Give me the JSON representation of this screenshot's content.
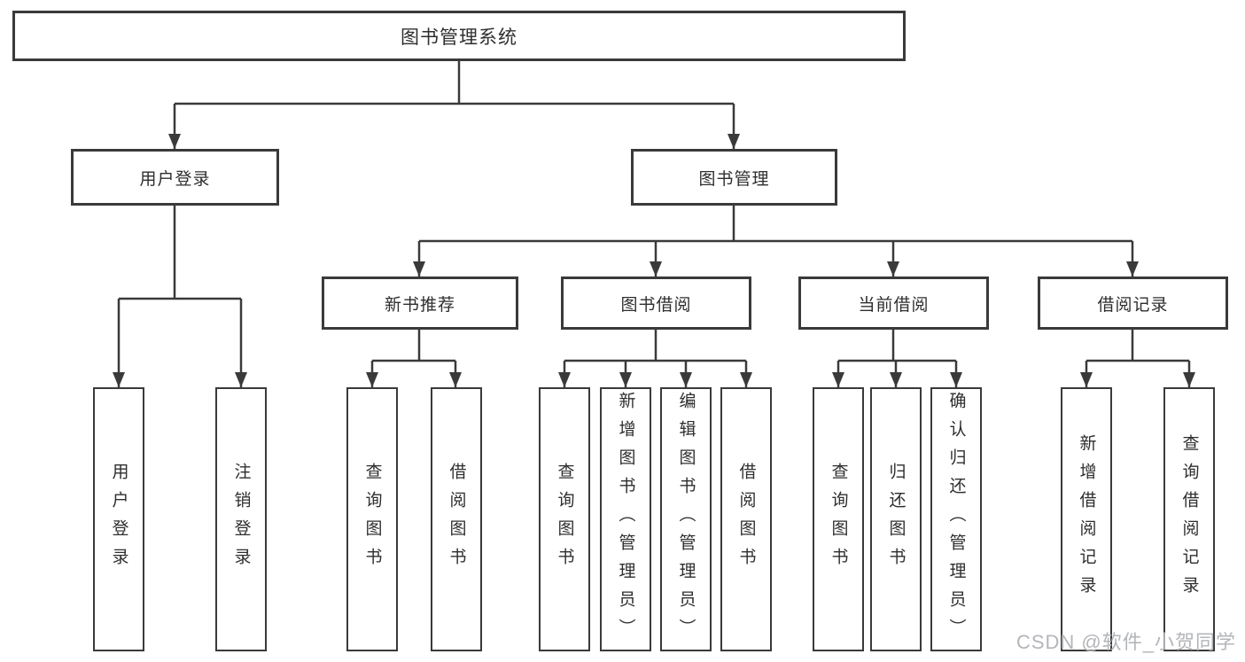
{
  "tree": {
    "root": {
      "label": "图书管理系统"
    },
    "branches": [
      {
        "label": "用户登录",
        "children": [
          {
            "label": "用户登录"
          },
          {
            "label": "注销登录"
          }
        ]
      },
      {
        "label": "图书管理",
        "children": [
          {
            "label": "新书推荐",
            "children": [
              {
                "label": "查询图书"
              },
              {
                "label": "借阅图书"
              }
            ]
          },
          {
            "label": "图书借阅",
            "children": [
              {
                "label": "查询图书"
              },
              {
                "label": "新增图书（管理员）"
              },
              {
                "label": "编辑图书（管理员）"
              },
              {
                "label": "借阅图书"
              }
            ]
          },
          {
            "label": "当前借阅",
            "children": [
              {
                "label": "查询图书"
              },
              {
                "label": "归还图书"
              },
              {
                "label": "确认归还（管理员）"
              }
            ]
          },
          {
            "label": "借阅记录",
            "children": [
              {
                "label": "新增借阅记录"
              },
              {
                "label": "查询借阅记录"
              }
            ]
          }
        ]
      }
    ]
  },
  "watermark": {
    "text": "CSDN @软件_小贺同学"
  },
  "colors": {
    "line": "#3a3a3a",
    "text": "#2e2e2e",
    "watermark": "#b3b5b9",
    "background": "#ffffff"
  }
}
